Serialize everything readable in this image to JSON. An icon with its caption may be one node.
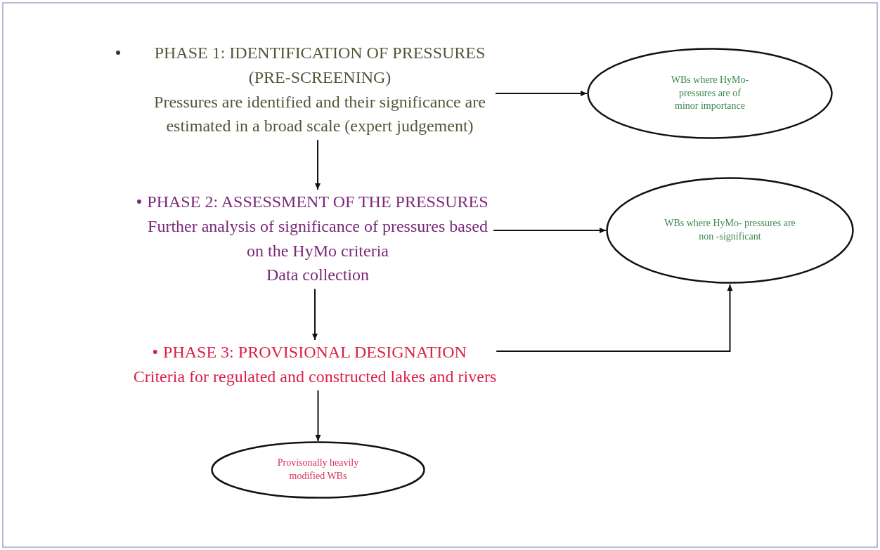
{
  "diagram": {
    "nodes": [
      {
        "text": [
          "PHASE 1: IDENTIFICATION OF PRESSURES (PRE-SCREENING)",
          "Pressures are identified and their significance are estimated in a broad scale (expert judgement)"
        ]
      },
      {
        "text": [
          "WBs where HyMo- pressures are of minor importance"
        ]
      },
      {
        "text": [
          "PHASE 2: ASSESSMENT OF THE PRESSURES",
          "Further analysis of significance of pressures based on the HyMo criteria",
          "Data collection"
        ]
      },
      {
        "text": [
          "WBs where HyMo- pressures are non -significant"
        ]
      },
      {
        "text": [
          "PHASE 3: PROVISIONAL DESIGNATION",
          "Criteria for regulated and constructed lakes and rivers"
        ]
      },
      {
        "text": [
          "Provisonally heavily modified WBs"
        ]
      }
    ],
    "edges": [
      {
        "from": 0,
        "to": 1,
        "arrow": "to"
      },
      {
        "from": 0,
        "to": 2,
        "arrow": "to"
      },
      {
        "from": 2,
        "to": 3,
        "arrow": "to"
      },
      {
        "from": 2,
        "to": 4,
        "arrow": "to"
      },
      {
        "from": 4,
        "to": 3,
        "arrow": "to"
      },
      {
        "from": 4,
        "to": 5,
        "arrow": "to"
      }
    ]
  }
}
